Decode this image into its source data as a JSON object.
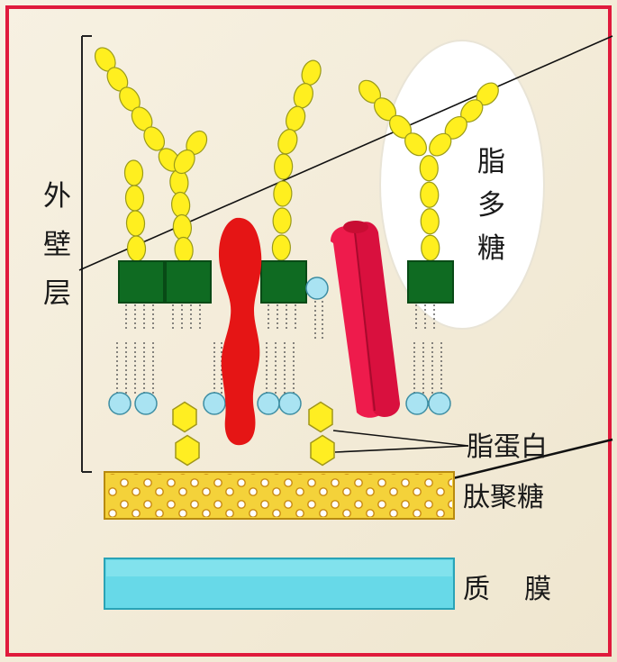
{
  "labels": {
    "outer_layer_chars": [
      "外",
      "壁",
      "层"
    ],
    "lps_chars": [
      "脂",
      "多",
      "糖"
    ],
    "lipoprotein": "脂蛋白",
    "peptidoglycan": "肽聚糖",
    "membrane": "质    膜"
  },
  "colors": {
    "background": "#f6f0e0",
    "frame": "#e01a3c",
    "sugar_chain": "#ffef1f",
    "lipid_square": "#0f6b22",
    "phospholipid_head": "#a9e3f2",
    "porin_protein": "#ee1b4c",
    "red_protein": "#e51515",
    "peptidoglycan_band": "#f4d23a",
    "plasma_membrane": "#67d9e8",
    "lps_ellipse": "#ffffff"
  }
}
